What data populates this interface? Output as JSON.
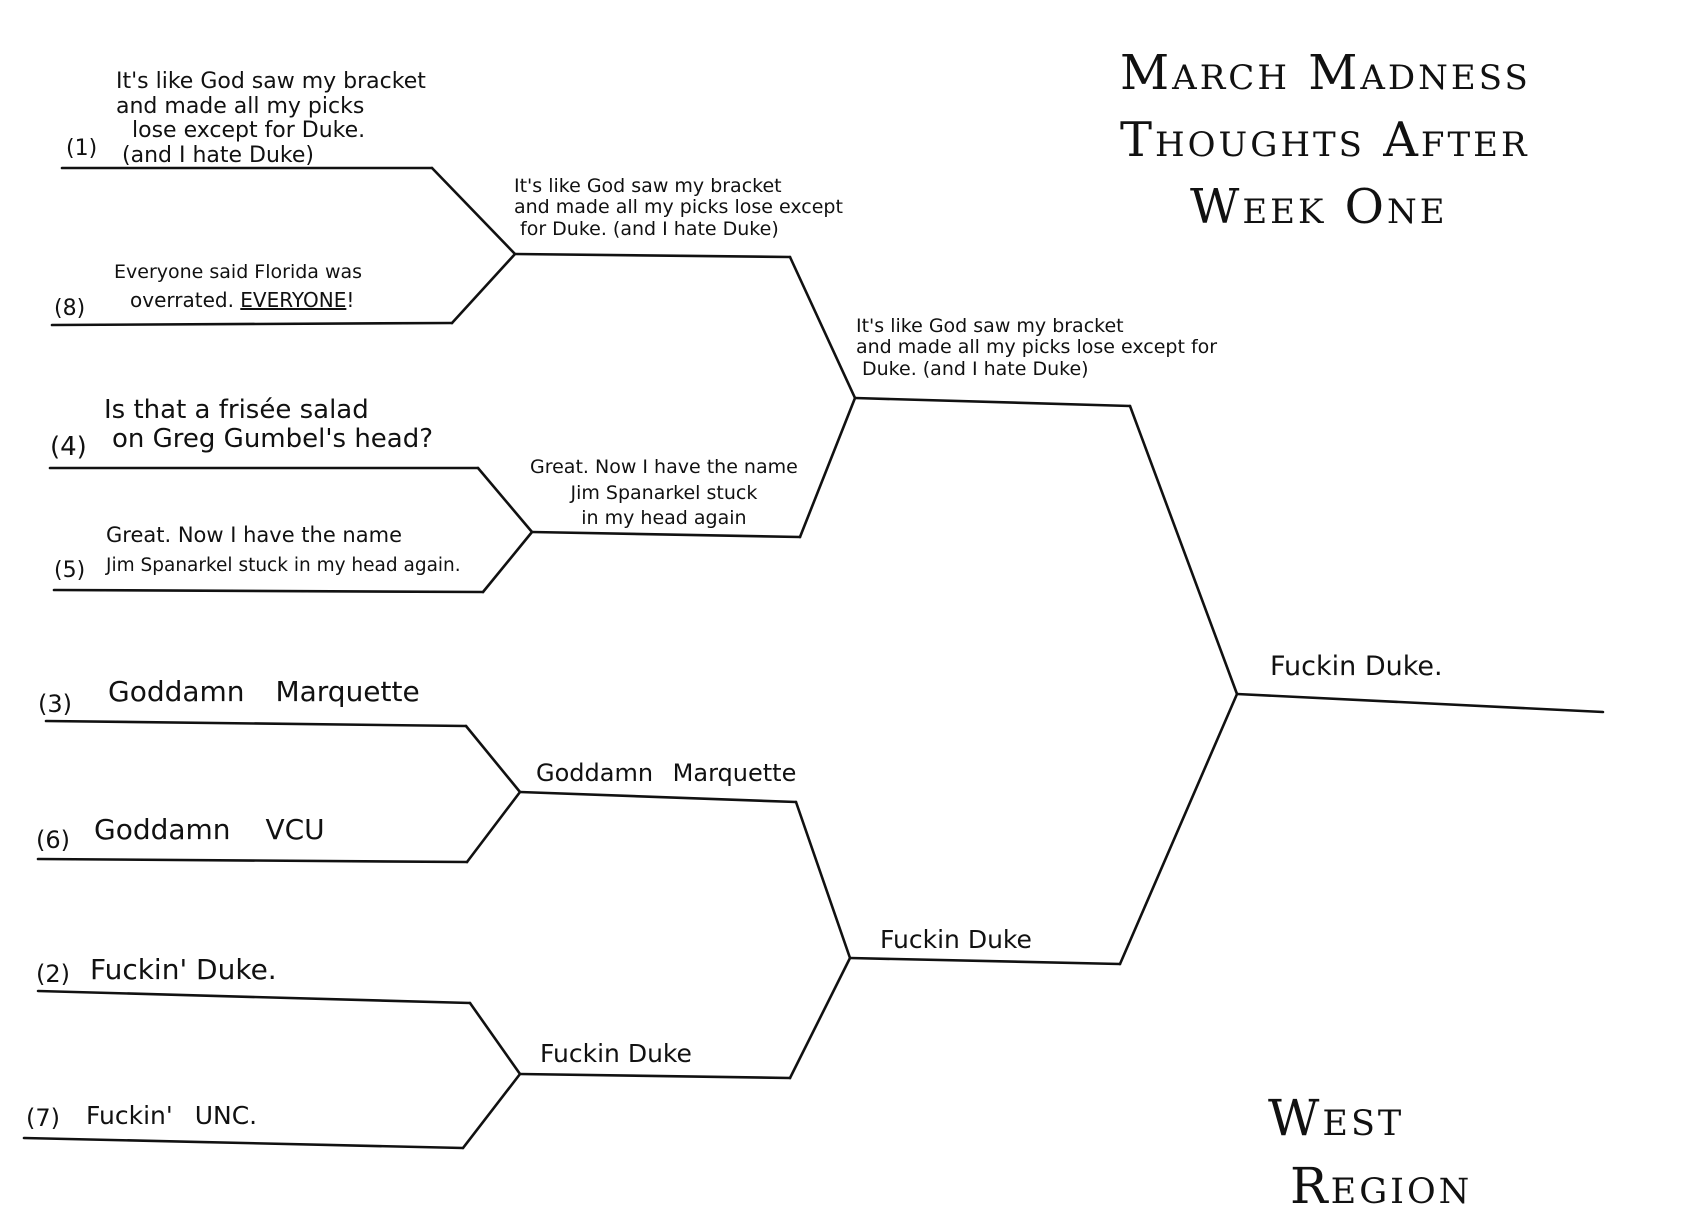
{
  "title": {
    "line1": "March Madness",
    "line2": "Thoughts After",
    "line3": "Week One"
  },
  "region": {
    "line1": "West",
    "line2": "Region"
  },
  "round1": [
    {
      "seed": "(1)",
      "lines": [
        "It's like God saw my bracket",
        "and made all my picks",
        "lose except for Duke.",
        "(and I hate Duke)"
      ]
    },
    {
      "seed": "(8)",
      "lines": [
        "Everyone said Florida was"
      ],
      "line2_prefix": "overrated. ",
      "line2_emph": "EVERYONE",
      "line2_suffix": "!"
    },
    {
      "seed": "(4)",
      "lines": [
        "Is that a frisée salad",
        "on Greg Gumbel's head?"
      ]
    },
    {
      "seed": "(5)",
      "lines": [
        "Great. Now I have the name",
        "Jim Spanarkel stuck in my head again."
      ]
    },
    {
      "seed": "(3)",
      "lines": [
        "Goddamn Marquette"
      ]
    },
    {
      "seed": "(6)",
      "lines": [
        "Goddamn VCU"
      ]
    },
    {
      "seed": "(2)",
      "lines": [
        "Fuckin' Duke."
      ]
    },
    {
      "seed": "(7)",
      "lines": [
        "Fuckin' UNC."
      ]
    }
  ],
  "round2": [
    {
      "lines": [
        "It's like God saw my bracket",
        "and made all my picks lose except",
        "for Duke. (and I hate Duke)"
      ]
    },
    {
      "lines": [
        "Great. Now I have the name",
        "Jim Spanarkel stuck",
        "in my head again"
      ]
    },
    {
      "lines": [
        "Goddamn Marquette"
      ]
    },
    {
      "lines": [
        "Fuckin Duke"
      ]
    }
  ],
  "round3": [
    {
      "lines": [
        "It's like God saw my bracket",
        "and made all my picks lose except for",
        "Duke. (and I hate Duke)"
      ]
    },
    {
      "lines": [
        "Fuckin Duke"
      ]
    }
  ],
  "final": {
    "label": "Fuckin Duke."
  }
}
